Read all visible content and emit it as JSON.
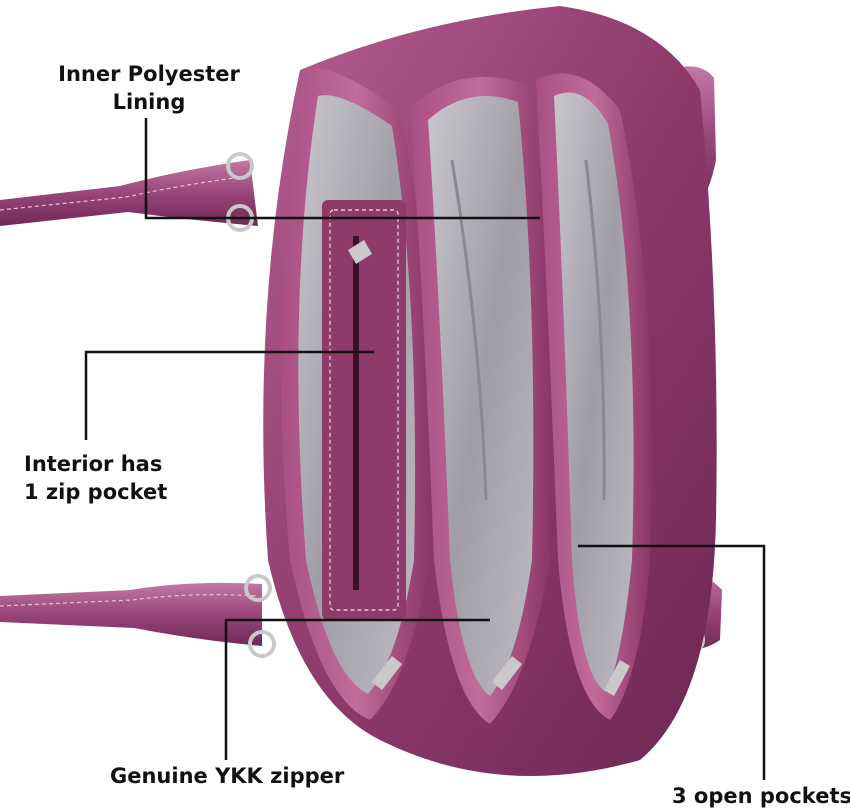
{
  "product": {
    "colors": {
      "leather": "#8e3a6b",
      "leather_dark": "#5e1f45",
      "leather_light": "#b25f8f",
      "lining": "#9c98a2",
      "lining_light": "#c3c0c7",
      "stitch": "#e7c4d6",
      "metal": "#c9c9cc",
      "leader_line": "#111111"
    }
  },
  "callouts": {
    "lining": {
      "line1": "Inner  Polyester",
      "line2": "Lining"
    },
    "zip_pocket": {
      "line1": "Interior has",
      "line2": "1 zip pocket"
    },
    "ykk": {
      "text": "Genuine YKK zipper"
    },
    "open_pockets": {
      "text": "3 open pockets"
    }
  }
}
